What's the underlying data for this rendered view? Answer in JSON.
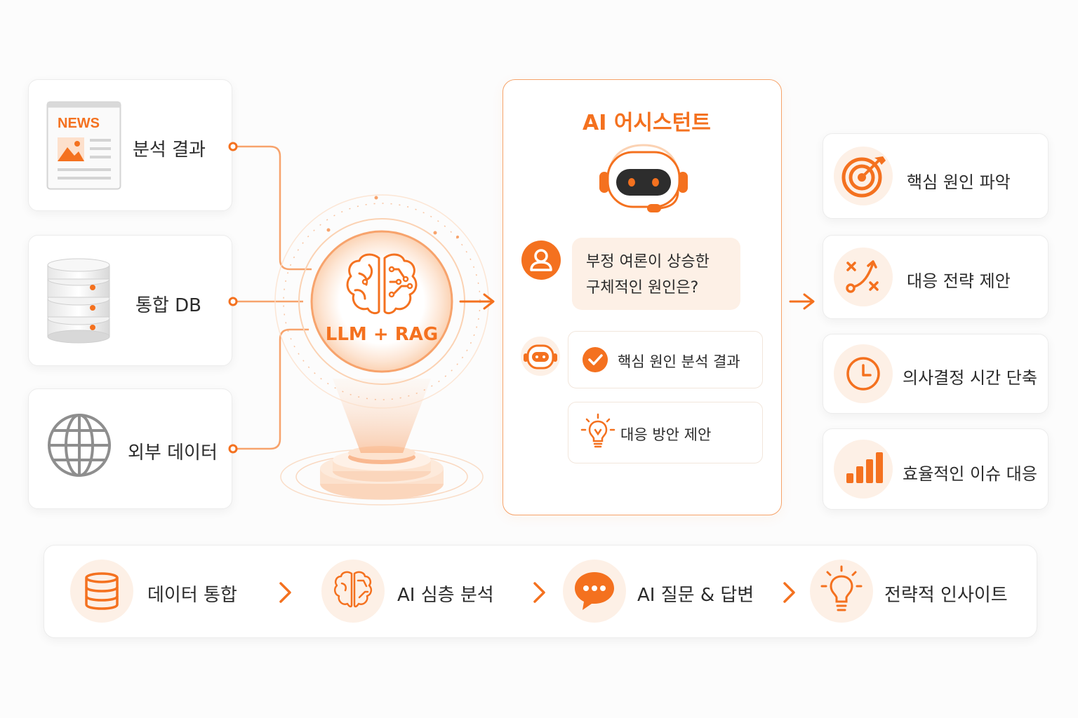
{
  "colors": {
    "accent": "#f4711f",
    "accent_soft": "#fdf0e6",
    "border": "#ececec",
    "text": "#2b2b2b"
  },
  "sources": [
    {
      "label": "분석 결과",
      "icon": "news-icon",
      "icon_text": "NEWS"
    },
    {
      "label": "통합 DB",
      "icon": "database-icon"
    },
    {
      "label": "외부 데이터",
      "icon": "globe-icon"
    }
  ],
  "hub": {
    "label": "LLM + RAG",
    "icon": "brain-icon"
  },
  "assistant": {
    "title": "AI 어시스턴트",
    "question_line1": "부정 여론이 상승한",
    "question_line2": "구체적인 원인은?",
    "replies": [
      {
        "label": "핵심 원인 분석 결과",
        "icon": "check-icon"
      },
      {
        "label": "대응 방안 제안",
        "icon": "lightbulb-icon"
      }
    ]
  },
  "outcomes": [
    {
      "label": "핵심 원인 파악",
      "icon": "target-icon"
    },
    {
      "label": "대응 전략 제안",
      "icon": "strategy-icon"
    },
    {
      "label": "의사결정 시간 단축",
      "icon": "clock-icon"
    },
    {
      "label": "효율적인 이슈 대응",
      "icon": "bar-chart-icon"
    }
  ],
  "steps": [
    {
      "label": "데이터 통합",
      "icon": "database-icon"
    },
    {
      "label": "AI 심층 분석",
      "icon": "brain-icon"
    },
    {
      "label": "AI 질문 & 답변",
      "icon": "chat-icon"
    },
    {
      "label": "전략적 인사이트",
      "icon": "lightbulb-icon"
    }
  ]
}
